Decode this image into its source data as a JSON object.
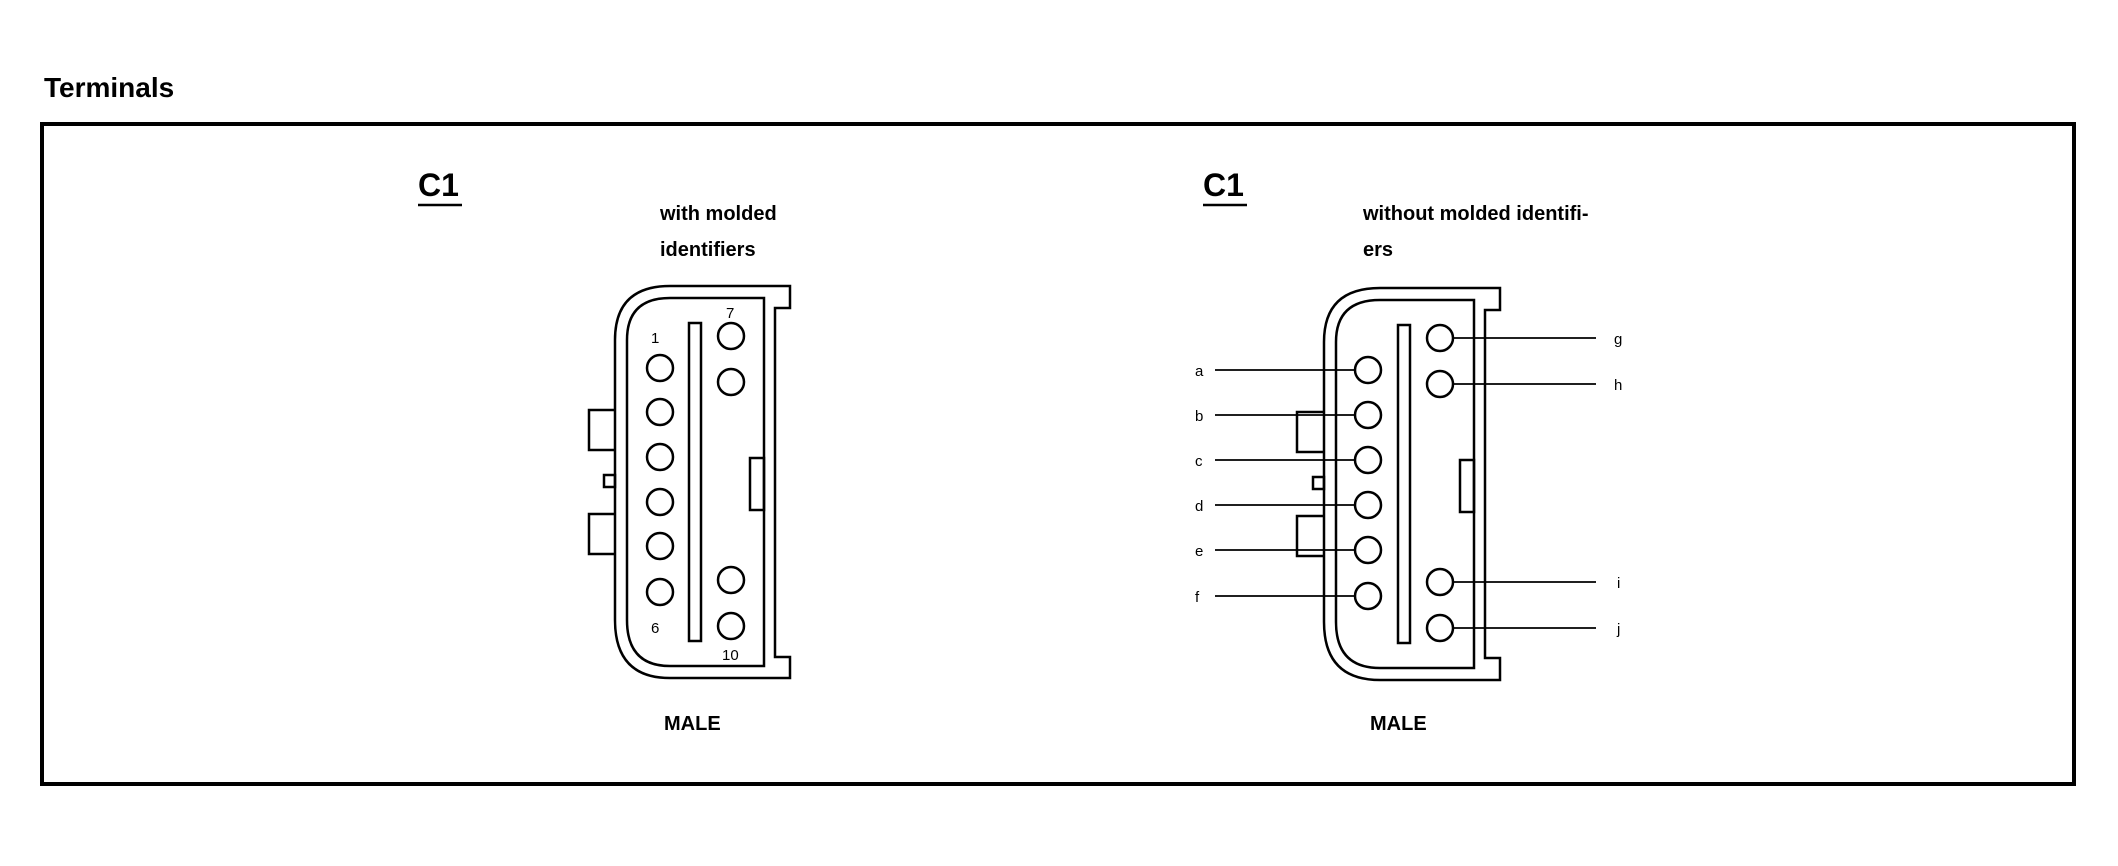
{
  "heading": "Terminals",
  "left_connector": {
    "name": "C1",
    "note_line1": "with molded",
    "note_line2": "identifiers",
    "gender": "MALE",
    "pin_numbers": {
      "first": "1",
      "sixth": "6",
      "seventh": "7",
      "tenth": "10"
    }
  },
  "right_connector": {
    "name": "C1",
    "note_line1": "without molded identifi-",
    "note_line2": "ers",
    "gender": "MALE",
    "left_labels": [
      "a",
      "b",
      "c",
      "d",
      "e",
      "f"
    ],
    "right_labels": [
      "g",
      "h",
      "i",
      "j"
    ]
  }
}
